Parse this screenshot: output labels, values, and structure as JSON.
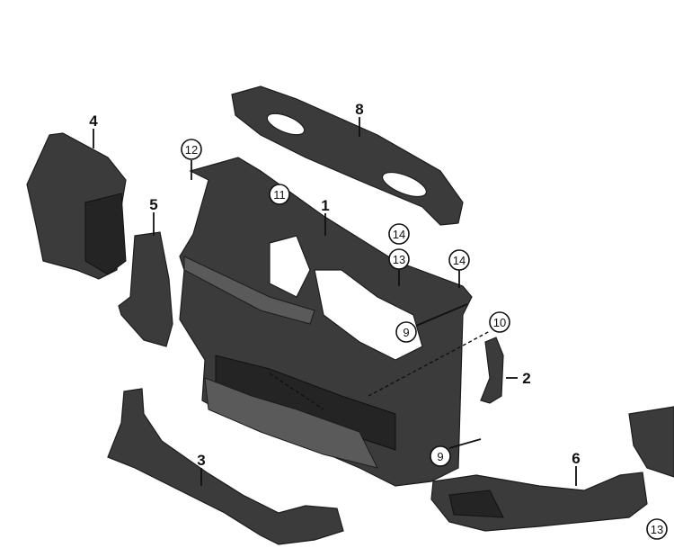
{
  "callouts": {
    "c1": "1",
    "c2": "2",
    "c3": "3",
    "c4": "4",
    "c5": "5",
    "c6": "6",
    "c8": "8",
    "c9a": "9",
    "c9b": "9",
    "c10": "10",
    "c11": "11",
    "c12": "12",
    "c13a": "13",
    "c13b": "13",
    "c14a": "14",
    "c14b": "14"
  },
  "colors": {
    "part_fill": "#3b3b3b",
    "outline": "#1c1c1c",
    "background": "#ffffff"
  }
}
